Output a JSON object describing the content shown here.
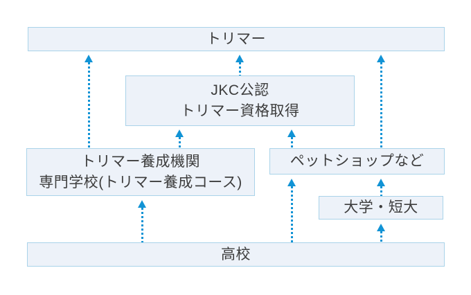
{
  "diagram": {
    "type": "flowchart",
    "nodes": {
      "trimmer": {
        "label": "トリマー"
      },
      "jkc": {
        "label": "JKC公認\nトリマー資格取得"
      },
      "training": {
        "label": "トリマー養成機関\n専門学校(トリマー養成コース)"
      },
      "petshop": {
        "label": "ペットショップなど"
      },
      "university": {
        "label": "大学・短大"
      },
      "highschool": {
        "label": "高校"
      }
    },
    "edges": [
      {
        "from": "highschool",
        "to": "training"
      },
      {
        "from": "highschool",
        "to": "petshop"
      },
      {
        "from": "highschool",
        "to": "university"
      },
      {
        "from": "university",
        "to": "petshop"
      },
      {
        "from": "training",
        "to": "jkc"
      },
      {
        "from": "petshop",
        "to": "jkc"
      },
      {
        "from": "training",
        "to": "trimmer"
      },
      {
        "from": "jkc",
        "to": "trimmer"
      },
      {
        "from": "petshop",
        "to": "trimmer"
      }
    ],
    "colors": {
      "arrow": "#1193d5",
      "box_fill": "#edf2f9",
      "box_border": "#a9d3e9",
      "text": "#3d3d3d",
      "background": "#ffffff"
    }
  }
}
